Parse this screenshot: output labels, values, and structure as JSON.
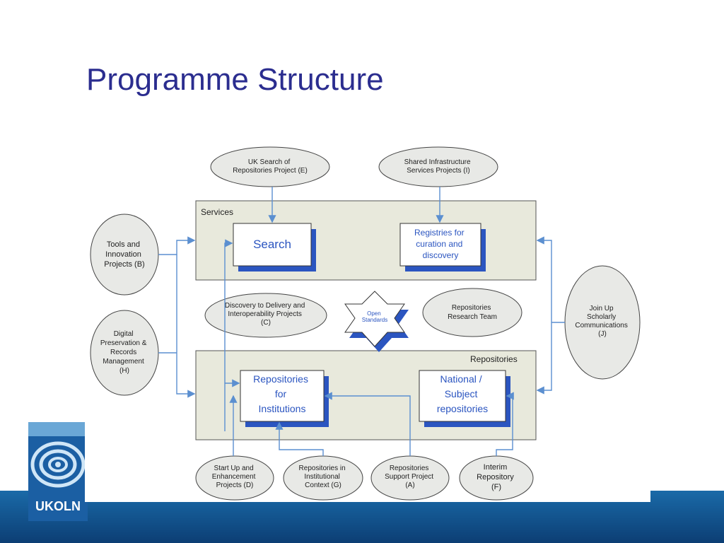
{
  "slide": {
    "title": "Programme Structure"
  },
  "logo": {
    "text": "UKOLN"
  },
  "diagram": {
    "services_label": "Services",
    "repositories_label": "Repositories",
    "search_box": "Search",
    "registries_box": [
      "Registries for",
      "curation and",
      "discovery"
    ],
    "repos_institutions_box": [
      "Repositories",
      "for",
      "Institutions"
    ],
    "national_box": [
      "National /",
      "Subject",
      "repositories"
    ],
    "open_standards": [
      "Open",
      "Standards"
    ],
    "ovals": {
      "uk_search": [
        "UK Search of",
        "Repositories Project (E)"
      ],
      "shared_infra": [
        "Shared Infrastructure",
        "Services Projects (I)"
      ],
      "tools": [
        "Tools and",
        "Innovation",
        "Projects (B)"
      ],
      "digital_preservation": [
        "Digital",
        "Preservation &",
        "Records",
        "Management",
        "(H)"
      ],
      "discovery_delivery": [
        "Discovery to Delivery and",
        "Interoperability Projects",
        "(C)"
      ],
      "research_team": [
        "Repositories",
        "Research Team"
      ],
      "join_up": [
        "Join Up",
        "Scholarly",
        "Communications",
        "(J)"
      ],
      "start_up": [
        "Start Up and",
        "Enhancement",
        "Projects (D)"
      ],
      "institutional_context": [
        "Repositories in",
        "Institutional",
        "Context (G)"
      ],
      "support_project": [
        "Repositories",
        "Support Project",
        "(A)"
      ],
      "interim": [
        "Interim",
        "Repository",
        "(F)"
      ]
    }
  }
}
